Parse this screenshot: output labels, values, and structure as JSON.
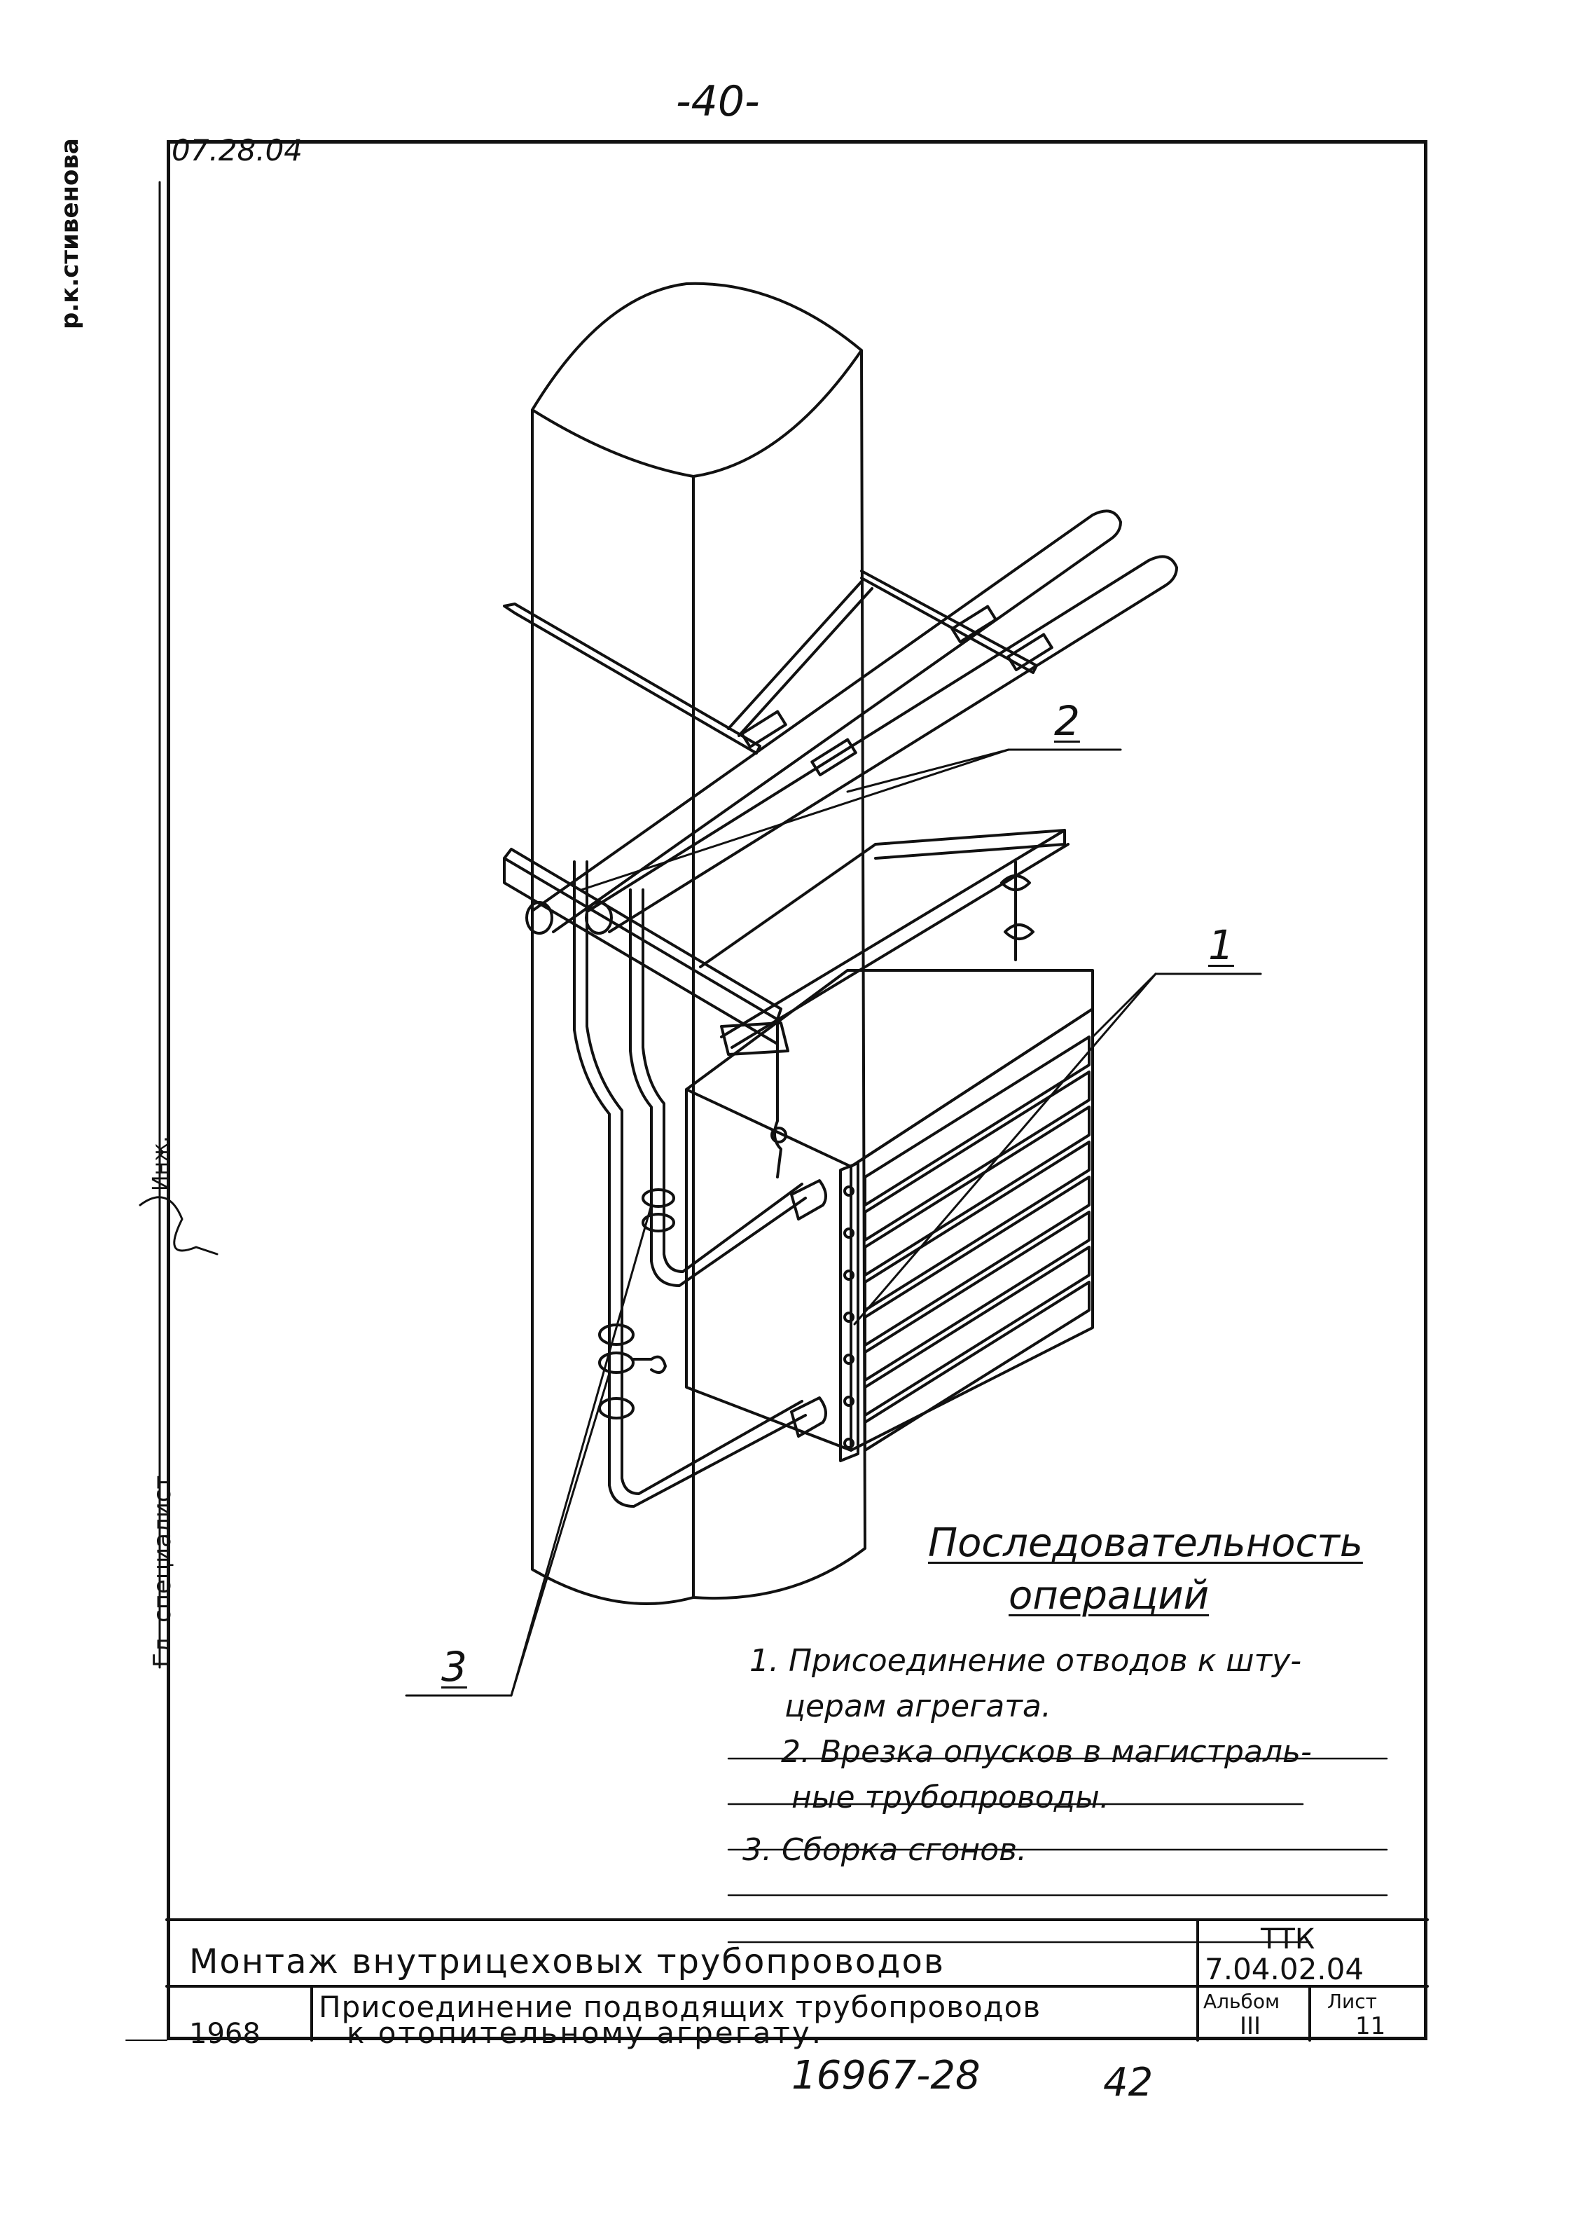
{
  "header": {
    "page_number": "-40-",
    "code_top": "07.28.04"
  },
  "side_margin": {
    "text_top": "р.к.стивенова",
    "text_mid": "Гл. специалист",
    "text_low": "Инж."
  },
  "callouts": {
    "label_1": "1",
    "label_2": "2",
    "label_3": "3"
  },
  "notes": {
    "title_line1": "Последовательность",
    "title_line2": "операций",
    "items": [
      "1. Присоединение отводов к шту-",
      "церам агрегата.",
      "2. Врезка опусков в магистраль-",
      "ные трубопроводы.",
      "3. Сборка сгонов."
    ]
  },
  "title_block": {
    "main_title": "Монтаж внутрицеховых трубопроводов",
    "sub_title_line1": "Присоединение подводящих трубопроводов",
    "sub_title_line2": "к отопительному агрегату.",
    "year": "1968",
    "ttk_label": "ТТК",
    "ttk_code": "7.04.02.04",
    "album_label": "Альбом",
    "album_value": "III",
    "sheet_label": "Лист",
    "sheet_value": "11"
  },
  "footer": {
    "archive_number": "16967-28",
    "page_index": "42"
  }
}
